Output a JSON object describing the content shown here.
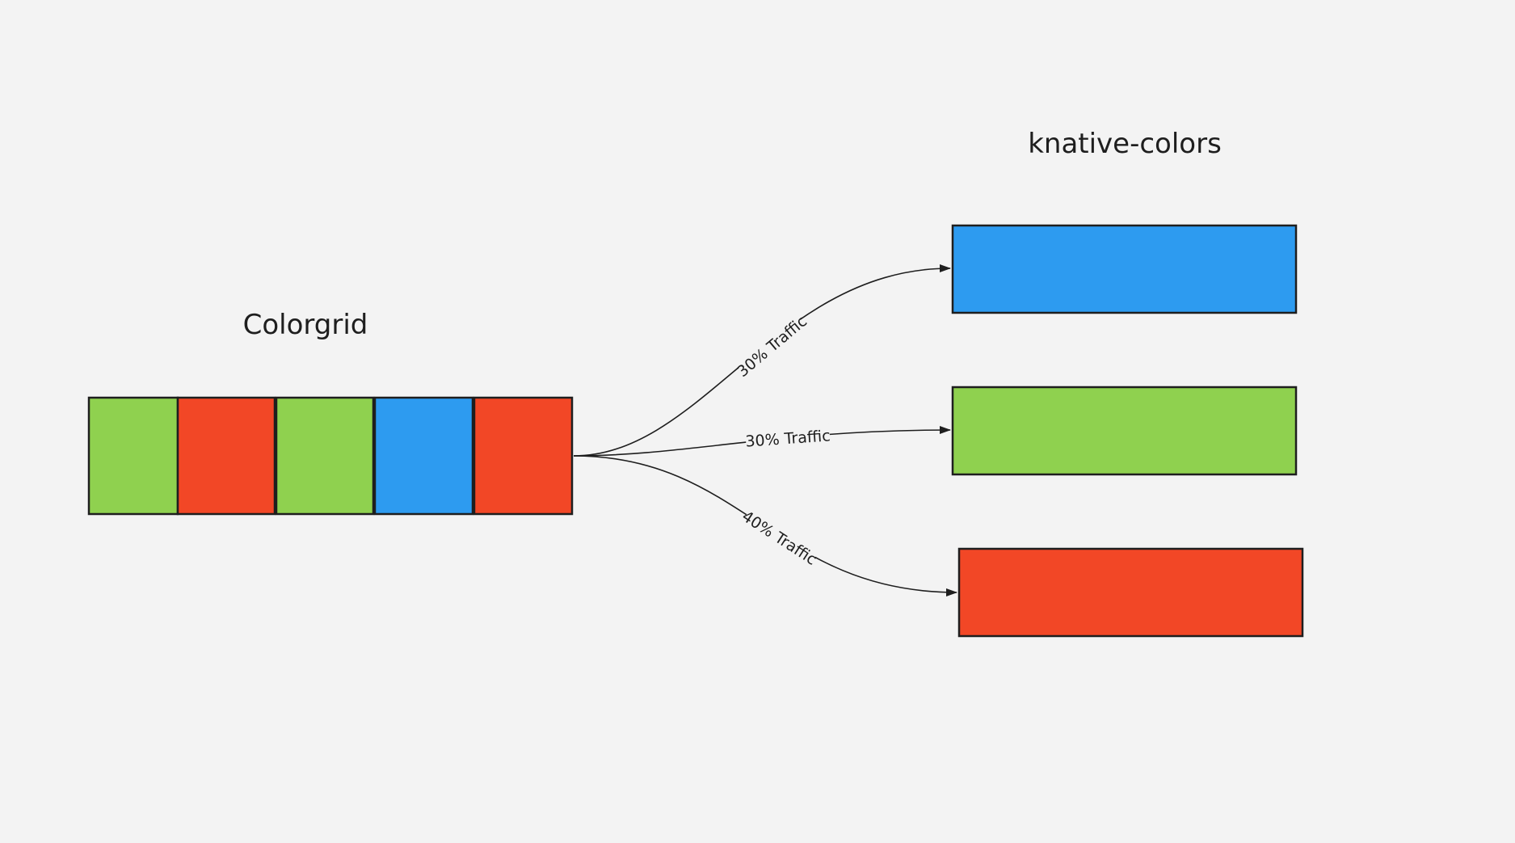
{
  "colors": {
    "background": "#f3f3f3",
    "green": "#8fd14f",
    "red": "#f24726",
    "blue": "#2d9bf0",
    "stroke": "#1e1e1e"
  },
  "colorgrid": {
    "title": "Colorgrid",
    "cells": [
      {
        "color": "green"
      },
      {
        "color": "red"
      },
      {
        "color": "green"
      },
      {
        "color": "blue"
      },
      {
        "color": "red"
      }
    ]
  },
  "service": {
    "title": "knative-colors",
    "revisions": [
      {
        "color": "blue",
        "traffic_label": "30% Traffic"
      },
      {
        "color": "green",
        "traffic_label": "30% Traffic"
      },
      {
        "color": "red",
        "traffic_label": "40% Traffic"
      }
    ]
  }
}
